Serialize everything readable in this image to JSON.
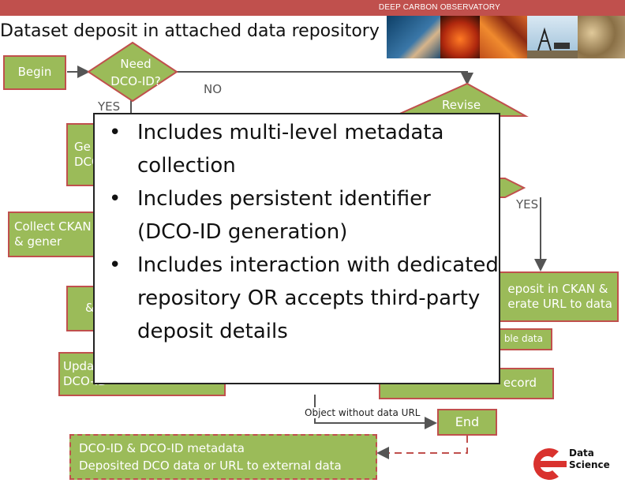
{
  "header": {
    "banner": "DEEP CARBON OBSERVATORY"
  },
  "title": "Dataset deposit in attached data repository",
  "nodes": {
    "begin": "Begin",
    "need_dco_id": "Need\nDCO-ID?",
    "revise": "Revise",
    "generate_dco_id": "Ge\nDCO",
    "collect_ckan": "Collect CKAN\n& gener",
    "collect_ckan_2": "&",
    "update_dco_id": "Upda\nDCO-ID",
    "deposit_ckan": "eposit in CKAN &\nerate URL to data",
    "deposit_hint": "ble data",
    "update_record": "ecord",
    "end": "End",
    "output_box": "DCO-ID & DCO-ID metadata\nDeposited DCO data or URL to external data"
  },
  "labels": {
    "no": "NO",
    "yes_left": "YES",
    "yes_right": "YES",
    "object_without_data_url": "Object without data URL"
  },
  "callout": {
    "bullet": "•",
    "items": [
      "Includes multi-level metadata collection",
      "Includes persistent identifier (DCO-ID generation)",
      "Includes interaction with dedicated repository OR accepts third-party deposit details"
    ]
  },
  "logo": {
    "line1": "Data",
    "line2": "Science"
  },
  "colors": {
    "bar": "#c0504d",
    "node_fill": "#9bbb59",
    "node_border": "#c0504d"
  }
}
